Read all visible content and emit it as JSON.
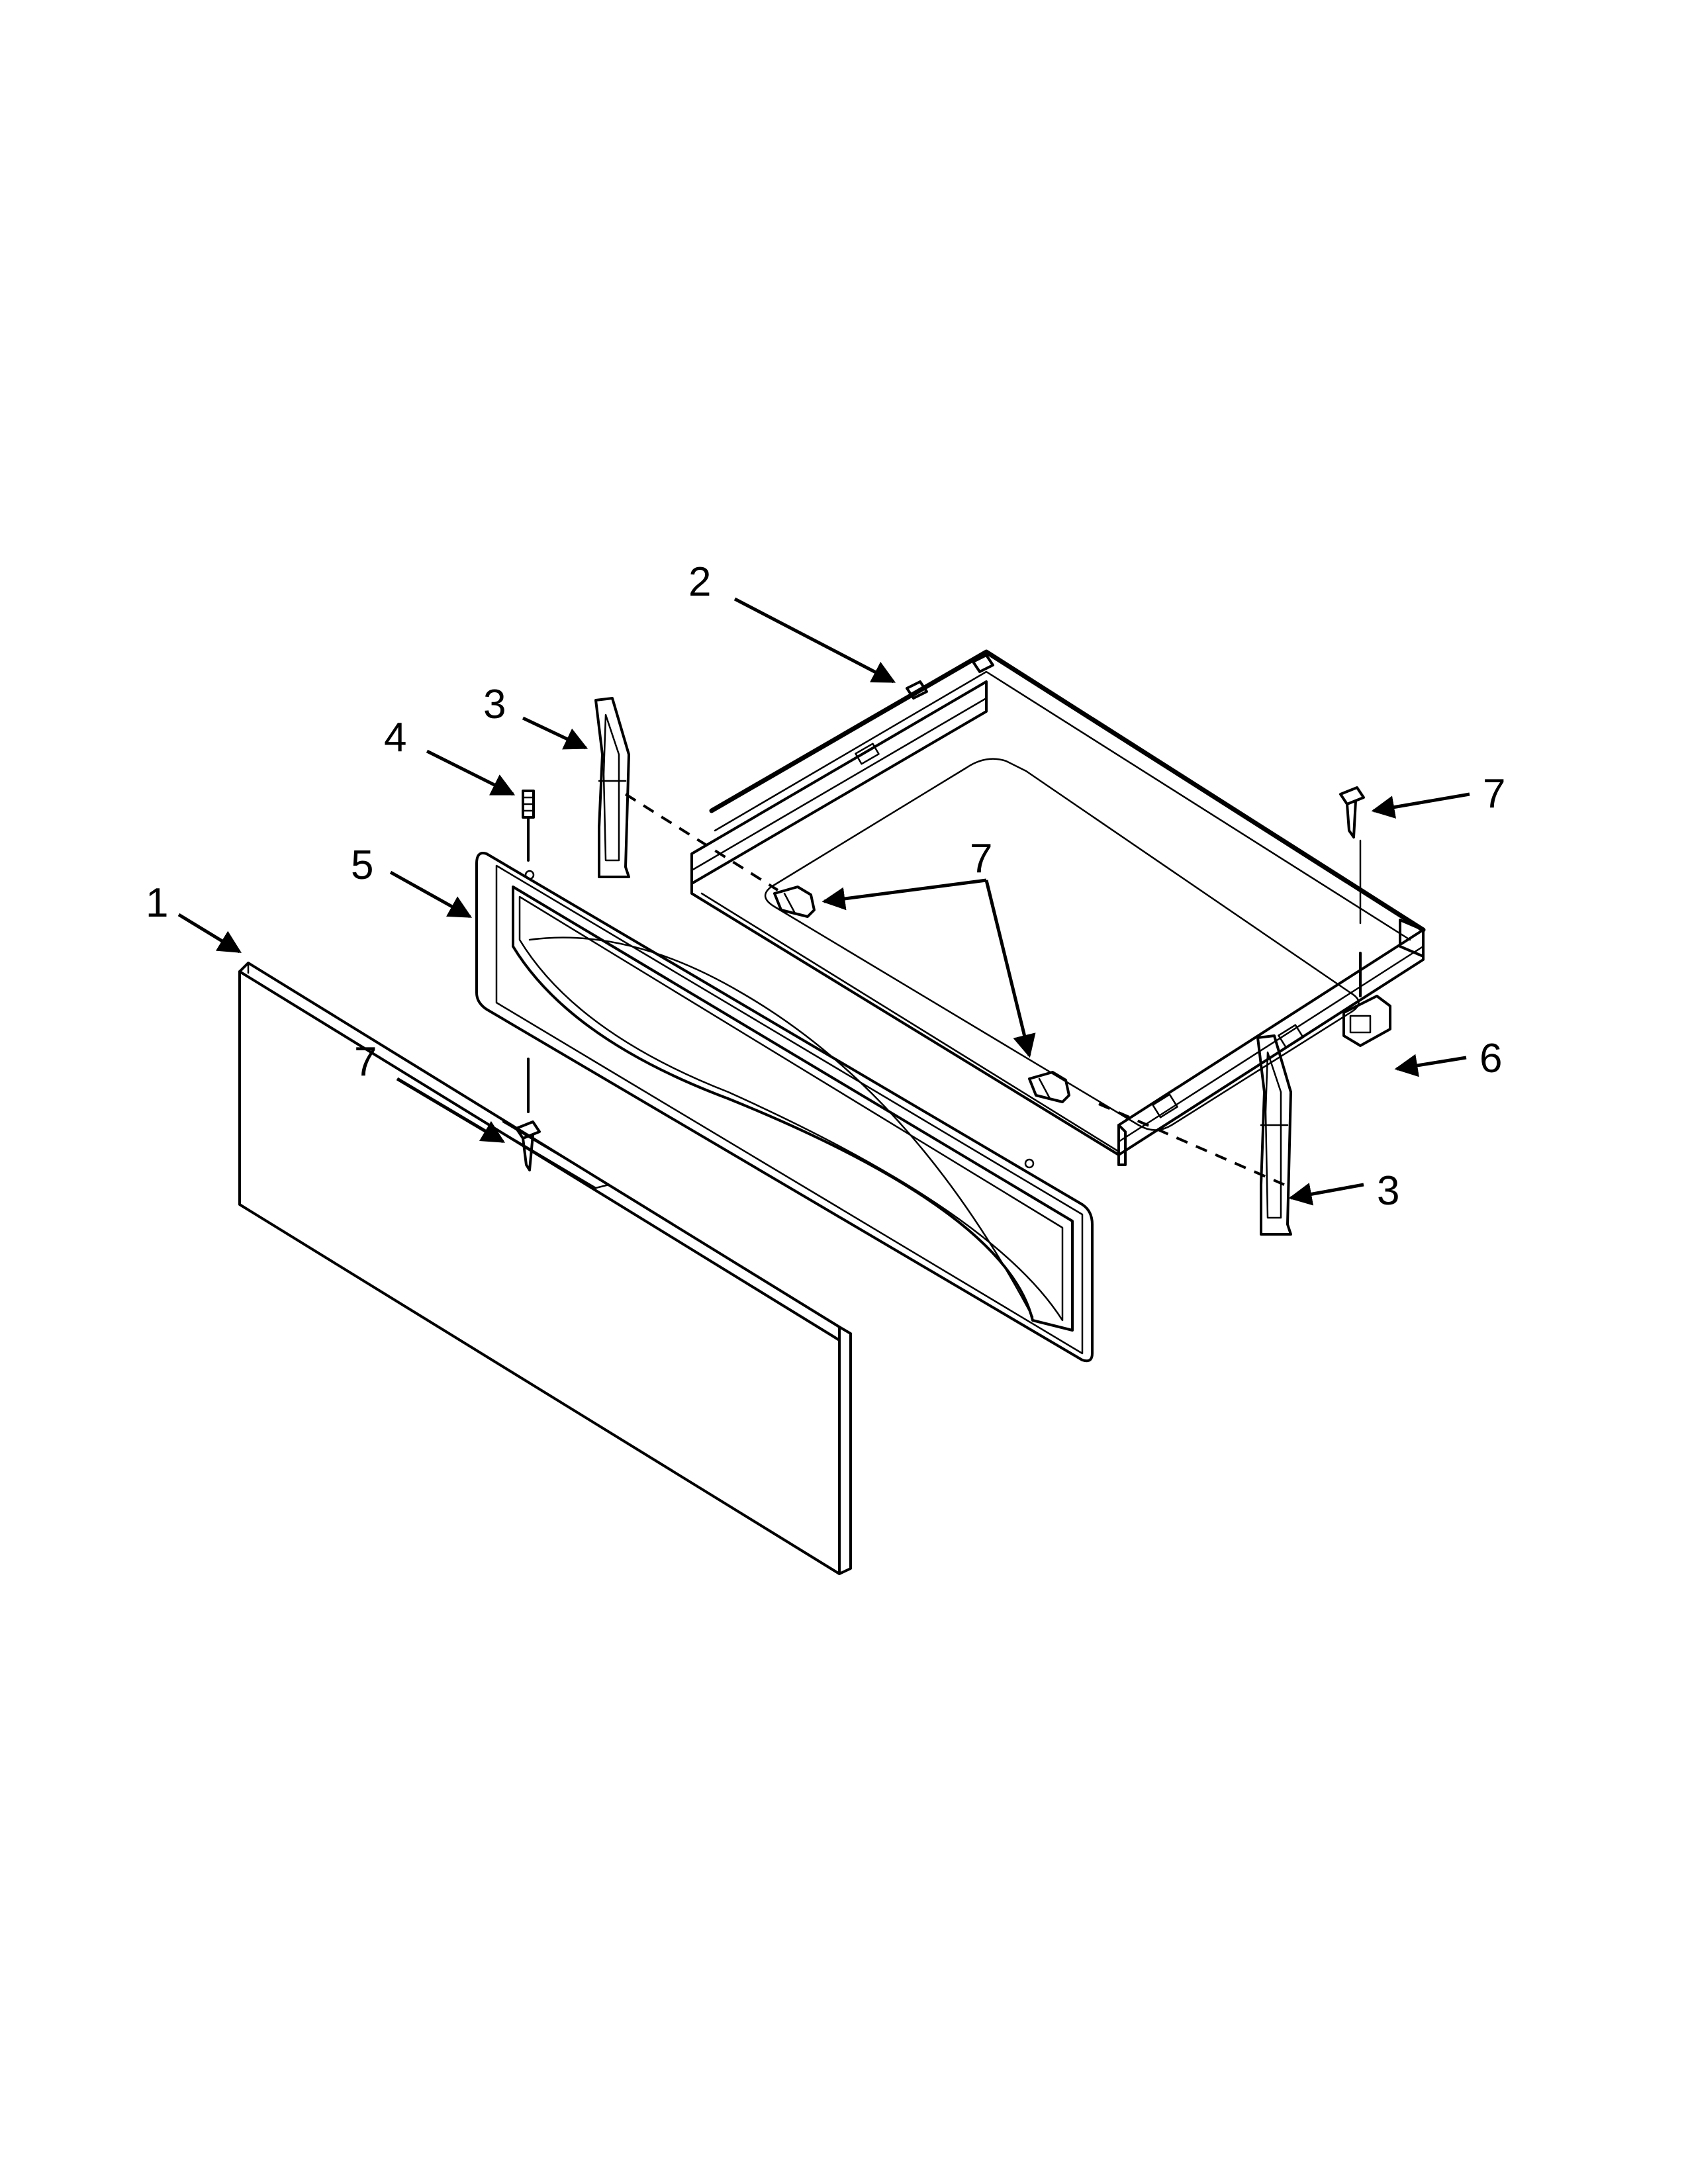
{
  "callouts": [
    {
      "id": "c1",
      "label": "1"
    },
    {
      "id": "c2",
      "label": "2"
    },
    {
      "id": "c3a",
      "label": "3"
    },
    {
      "id": "c3b",
      "label": "3"
    },
    {
      "id": "c4",
      "label": "4"
    },
    {
      "id": "c5",
      "label": "5"
    },
    {
      "id": "c6",
      "label": "6"
    },
    {
      "id": "c7a",
      "label": "7"
    },
    {
      "id": "c7b",
      "label": "7"
    },
    {
      "id": "c7c",
      "label": "7"
    }
  ]
}
